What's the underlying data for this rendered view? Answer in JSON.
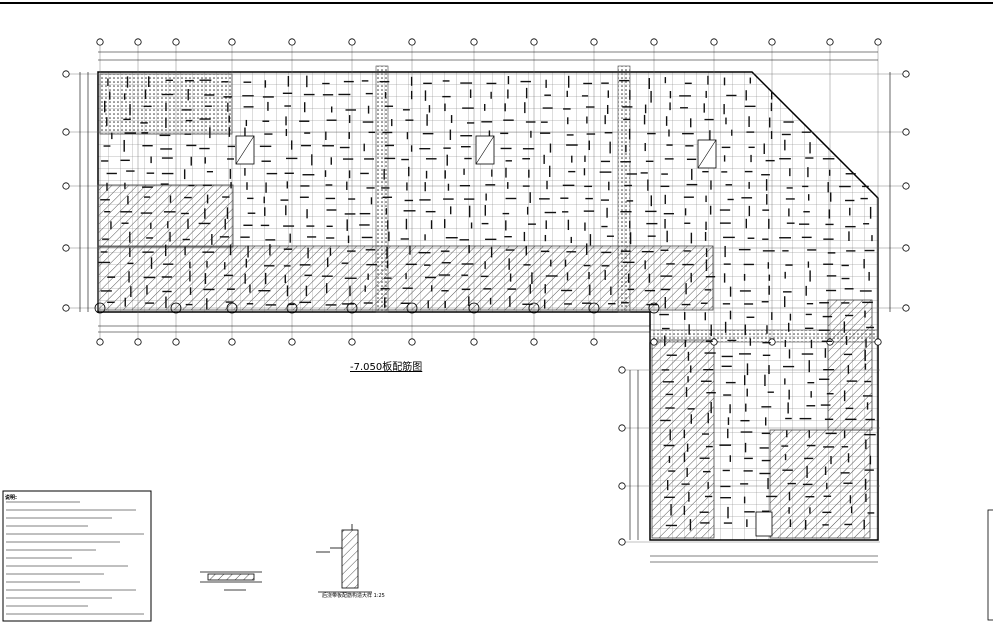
{
  "drawing": {
    "plan_title": "-7.050板配筋图",
    "legend_header": "说明:",
    "detail_title": "后浇带板配筋构造大样 1:25"
  },
  "colors": {
    "line": "#000000",
    "background": "#ffffff",
    "hatch": "#555555",
    "rebar": "#111111"
  }
}
